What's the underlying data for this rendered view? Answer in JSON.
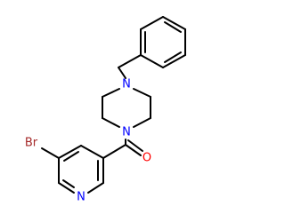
{
  "molecule": {
    "atoms": {
      "n_top": {
        "symbol": "N",
        "color": "#0000ff"
      },
      "n_bottom": {
        "symbol": "N",
        "color": "#0000ff"
      },
      "o": {
        "symbol": "O",
        "color": "#ff0000"
      },
      "n_pyridine": {
        "symbol": "N",
        "color": "#0000ff"
      },
      "br": {
        "symbol": "Br",
        "color": "#a52a2a"
      }
    },
    "bond_color": "#000000"
  }
}
